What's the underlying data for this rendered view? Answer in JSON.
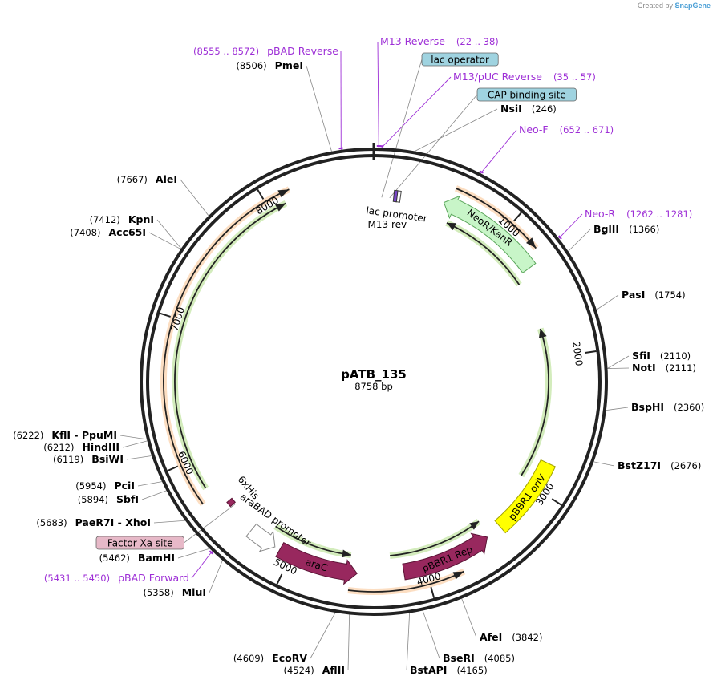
{
  "credit": {
    "prefix": "Created by",
    "brand": "SnapGene"
  },
  "plasmid": {
    "name": "pATB_135",
    "length_label": "8758 bp",
    "bp": 8758
  },
  "ticks": [
    {
      "bp": 1000,
      "label": "1000"
    },
    {
      "bp": 2000,
      "label": "2000"
    },
    {
      "bp": 3000,
      "label": "3000"
    },
    {
      "bp": 4000,
      "label": "4000"
    },
    {
      "bp": 5000,
      "label": "5000"
    },
    {
      "bp": 6000,
      "label": "6000"
    },
    {
      "bp": 7000,
      "label": "7000"
    },
    {
      "bp": 8000,
      "label": "8000"
    }
  ],
  "enzymes": [
    {
      "name": "PmeI",
      "pos": "(8506)",
      "bp": 8506,
      "side": "left"
    },
    {
      "name": "NsiI",
      "pos": "(246)",
      "bp": 246,
      "side": "right"
    },
    {
      "name": "BglII",
      "pos": "(1366)",
      "bp": 1366,
      "side": "right"
    },
    {
      "name": "PasI",
      "pos": "(1754)",
      "bp": 1754,
      "side": "right"
    },
    {
      "name": "SfiI",
      "pos": "(2110)",
      "bp": 2110,
      "side": "right"
    },
    {
      "name": "NotI",
      "pos": "(2111)",
      "bp": 2111,
      "side": "right"
    },
    {
      "name": "BspHI",
      "pos": "(2360)",
      "bp": 2360,
      "side": "right"
    },
    {
      "name": "BstZ17I",
      "pos": "(2676)",
      "bp": 2676,
      "side": "right"
    },
    {
      "name": "AfeI",
      "pos": "(3842)",
      "bp": 3842,
      "side": "right"
    },
    {
      "name": "BseRI",
      "pos": "(4085)",
      "bp": 4085,
      "side": "right"
    },
    {
      "name": "BstAPI",
      "pos": "(4165)",
      "bp": 4165,
      "side": "right"
    },
    {
      "name": "AflII",
      "pos": "(4524)",
      "bp": 4524,
      "side": "left"
    },
    {
      "name": "EcoRV",
      "pos": "(4609)",
      "bp": 4609,
      "side": "left"
    },
    {
      "name": "MluI",
      "pos": "(5358)",
      "bp": 5358,
      "side": "left"
    },
    {
      "name": "BamHI",
      "pos": "(5462)",
      "bp": 5462,
      "side": "left"
    },
    {
      "name": "PaeR7I  -  XhoI",
      "pos": "(5683)",
      "bp": 5683,
      "side": "left"
    },
    {
      "name": "SbfI",
      "pos": "(5894)",
      "bp": 5894,
      "side": "left"
    },
    {
      "name": "PciI",
      "pos": "(5954)",
      "bp": 5954,
      "side": "left"
    },
    {
      "name": "BsiWI",
      "pos": "(6119)",
      "bp": 6119,
      "side": "left"
    },
    {
      "name": "HindIII",
      "pos": "(6212)",
      "bp": 6212,
      "side": "left"
    },
    {
      "name": "KflI  -  PpuMI",
      "pos": "(6222)",
      "bp": 6222,
      "side": "left"
    },
    {
      "name": "Acc65I",
      "pos": "(7408)",
      "bp": 7408,
      "side": "left"
    },
    {
      "name": "KpnI",
      "pos": "(7412)",
      "bp": 7412,
      "side": "left"
    },
    {
      "name": "AleI",
      "pos": "(7667)",
      "bp": 7667,
      "side": "left"
    }
  ],
  "primers": [
    {
      "name": "pBAD Reverse",
      "range": "(8555 .. 8572)",
      "bp": 8563,
      "side": "left"
    },
    {
      "name": "M13 Reverse",
      "range": "(22 .. 38)",
      "bp": 30,
      "side": "right"
    },
    {
      "name": "M13/pUC Reverse",
      "range": "(35 .. 57)",
      "bp": 46,
      "side": "right"
    },
    {
      "name": "Neo-F",
      "range": "(652 .. 671)",
      "bp": 661,
      "side": "right"
    },
    {
      "name": "Neo-R",
      "range": "(1262 .. 1281)",
      "bp": 1271,
      "side": "right"
    },
    {
      "name": "pBAD Forward",
      "range": "(5431 .. 5450)",
      "bp": 5440,
      "side": "left"
    }
  ],
  "boxed_features": [
    {
      "name": "lac operator",
      "bp": 60,
      "color": "#9fd3e0"
    },
    {
      "name": "CAP binding site",
      "bp": 120,
      "color": "#9fd3e0"
    },
    {
      "name": "Factor Xa site",
      "bp": 5560,
      "color": "#e7b9c8"
    }
  ],
  "features": [
    {
      "name": "NeoR/KanR",
      "start": 520,
      "end": 1310,
      "dir": -1,
      "color": "#c8f5c8",
      "stroke": "#5aa55a",
      "r": 240,
      "w": 20
    },
    {
      "name": "pBBR1 oriV",
      "start": 2800,
      "end": 3380,
      "dir": 0,
      "color": "#ffff00",
      "stroke": "#a0a000",
      "r": 240,
      "w": 20
    },
    {
      "name": "pBBR1 Rep",
      "start": 3500,
      "end": 4160,
      "dir": -1,
      "color": "#98285e",
      "stroke": "#5b1436",
      "r": 240,
      "w": 20
    },
    {
      "name": "araC",
      "start": 4500,
      "end": 5090,
      "dir": -1,
      "color": "#98285e",
      "stroke": "#5b1436",
      "r": 240,
      "w": 20
    },
    {
      "name": "araBAD promoter",
      "start": 5130,
      "end": 5340,
      "dir": -1,
      "color": "#ffffff",
      "stroke": "#888888",
      "r": 240,
      "w": 20
    },
    {
      "name": "6xHis",
      "start": 5570,
      "end": 5610,
      "dir": 0,
      "color": "#98285e",
      "stroke": "#5b1436",
      "r": 233,
      "w": 8
    },
    {
      "name": "lac promoter",
      "start": 170,
      "end": 200,
      "dir": 0,
      "color": "#ffffff",
      "stroke": "#444444",
      "r": 233,
      "w": 14
    },
    {
      "name": "M13 rev",
      "start": 150,
      "end": 175,
      "dir": 0,
      "color": "#7a48c8",
      "stroke": "#333333",
      "r": 233,
      "w": 14
    }
  ],
  "orfs": [
    {
      "start": 5700,
      "end": 8180,
      "dir": 1,
      "r": 262,
      "color": "#f5a050"
    },
    {
      "start": 5780,
      "end": 8120,
      "dir": 1,
      "r": 248,
      "color": "#80c840"
    },
    {
      "start": 560,
      "end": 1230,
      "dir": 1,
      "r": 262,
      "color": "#f5a050"
    },
    {
      "start": 600,
      "end": 1370,
      "dir": -1,
      "r": 218,
      "color": "#80c840"
    },
    {
      "start": 1760,
      "end": 2980,
      "dir": -1,
      "r": 218,
      "color": "#80c840"
    },
    {
      "start": 3480,
      "end": 4250,
      "dir": -1,
      "r": 218,
      "color": "#80c840"
    },
    {
      "start": 3760,
      "end": 4550,
      "dir": -1,
      "r": 262,
      "color": "#f5a050"
    },
    {
      "start": 4560,
      "end": 5210,
      "dir": -1,
      "r": 218,
      "color": "#80c840"
    }
  ]
}
